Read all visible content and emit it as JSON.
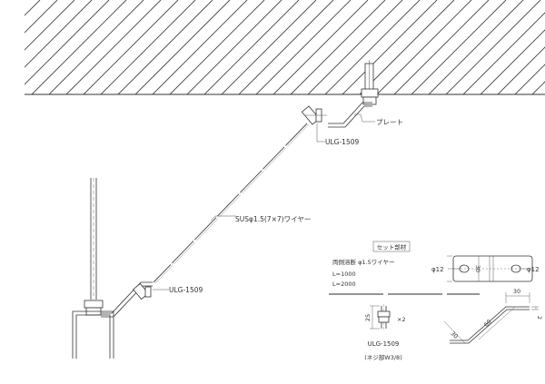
{
  "labels": {
    "plate": "プレート",
    "turnbuckle_top": "ULG-1509",
    "wire": "SUSφ1.5(7×7)ワイヤー",
    "turnbuckle_bottom": "ULG-1509"
  },
  "set_parts": {
    "title": "セット部材",
    "wire_spec": "両側溶断 φ1.5ワイヤー",
    "length_1": "L=1000",
    "length_2": "L=2000",
    "bolt_name": "ULG-1509",
    "bolt_note": "(ネジ部W3/8)",
    "bolt_count": "×2",
    "bolt_length": "25"
  },
  "plate_detail": {
    "hole_left": "φ12",
    "hole_right": "φ12",
    "width": "30",
    "flange": "30",
    "thickness": "2",
    "angled_long": "60",
    "angled_short": "30"
  }
}
